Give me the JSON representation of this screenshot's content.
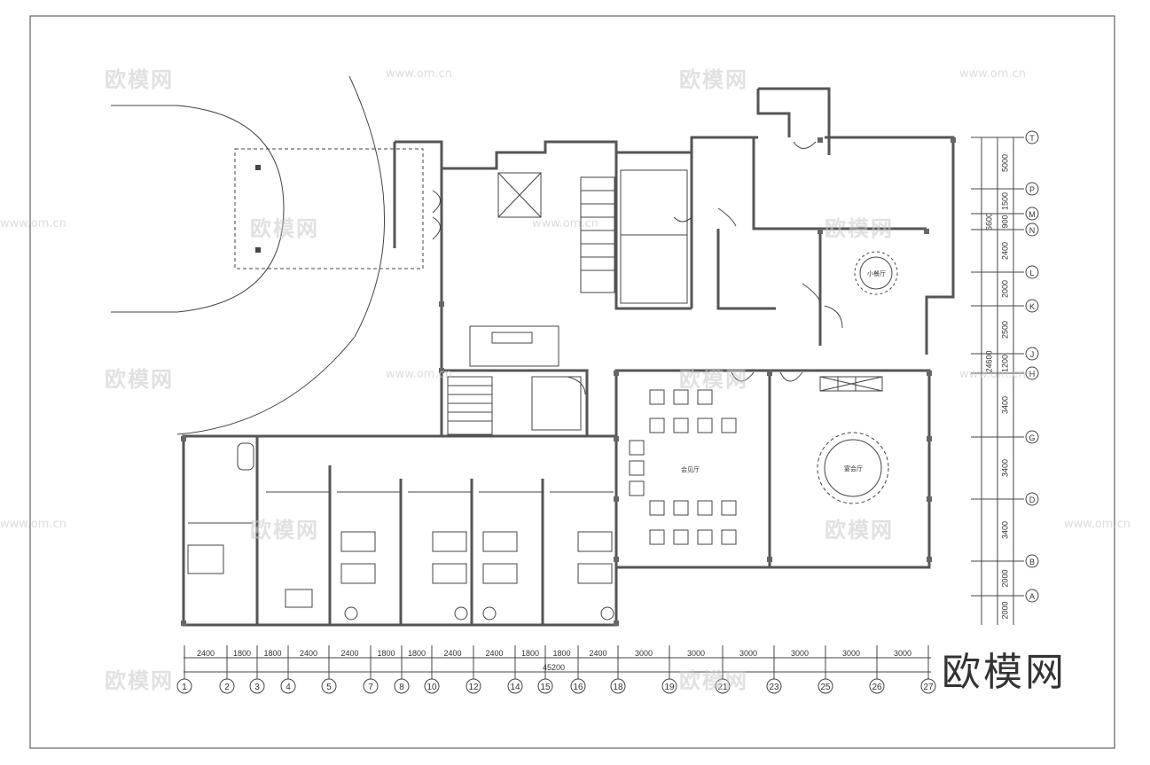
{
  "brand": {
    "text": "欧模网"
  },
  "watermarks": {
    "text": "欧模网",
    "url": "www.om.cn"
  },
  "rooms": {
    "small_dining": "小餐厅",
    "meeting_hall": "会见厅",
    "banquet_hall": "宴会厅"
  },
  "overall_dimension": "45200",
  "bottom_dims": [
    "2400",
    "1800",
    "1800",
    "2400",
    "2400",
    "1800",
    "1800",
    "2400",
    "2400",
    "1800",
    "1800",
    "2400",
    "3000",
    "3000",
    "3000",
    "3000",
    "3000",
    "3000"
  ],
  "bottom_axes": [
    "1",
    "2",
    "3",
    "4",
    "5",
    "7",
    "8",
    "10",
    "12",
    "14",
    "15",
    "16",
    "18",
    "19",
    "21",
    "23",
    "25",
    "26",
    "27"
  ],
  "right_axes": [
    "T",
    "P",
    "M",
    "N",
    "L",
    "K",
    "J",
    "H",
    "G",
    "D",
    "B",
    "A"
  ],
  "right_dims": [
    "5000",
    "1500",
    "900",
    "2400",
    "2000",
    "2500",
    "1200",
    "3400",
    "3400",
    "3400",
    "2000",
    "2000"
  ],
  "right_totals": [
    "6600",
    "24600"
  ],
  "colors": {
    "line": "#333333",
    "wall": "#555555",
    "watermark": "#c9c9c9"
  }
}
